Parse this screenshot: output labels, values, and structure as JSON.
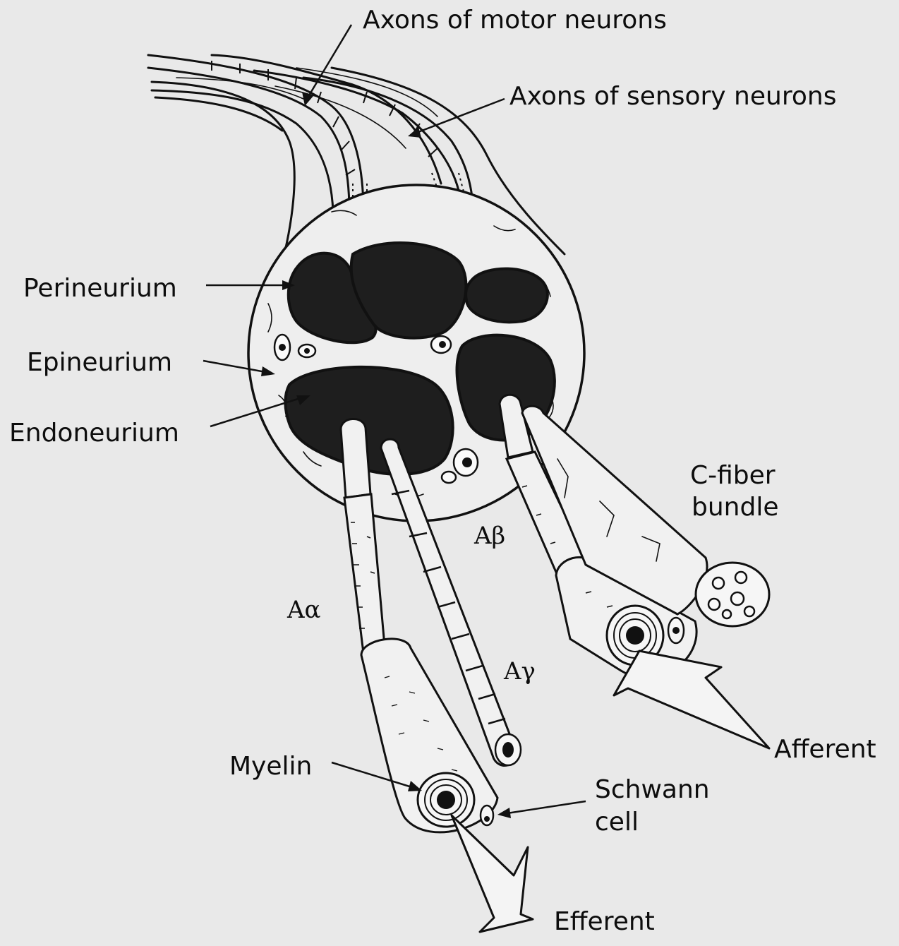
{
  "labels": {
    "motor_axons": "Axons of motor neurons",
    "sensory_axons": "Axons of sensory neurons",
    "perineurium": "Perineurium",
    "epineurium": "Epineurium",
    "endoneurium": "Endoneurium",
    "c_fiber_line1": "C-fiber",
    "c_fiber_line2": "bundle",
    "a_beta": "Aβ",
    "a_alpha": "Aα",
    "a_gamma": "Aγ",
    "myelin": "Myelin",
    "schwann_line1": "Schwann",
    "schwann_line2": "cell",
    "afferent": "Afferent",
    "efferent": "Efferent"
  },
  "colors": {
    "background": "#e9e9e9",
    "ink": "#111111",
    "pale_fill": "#f1f1f1"
  }
}
